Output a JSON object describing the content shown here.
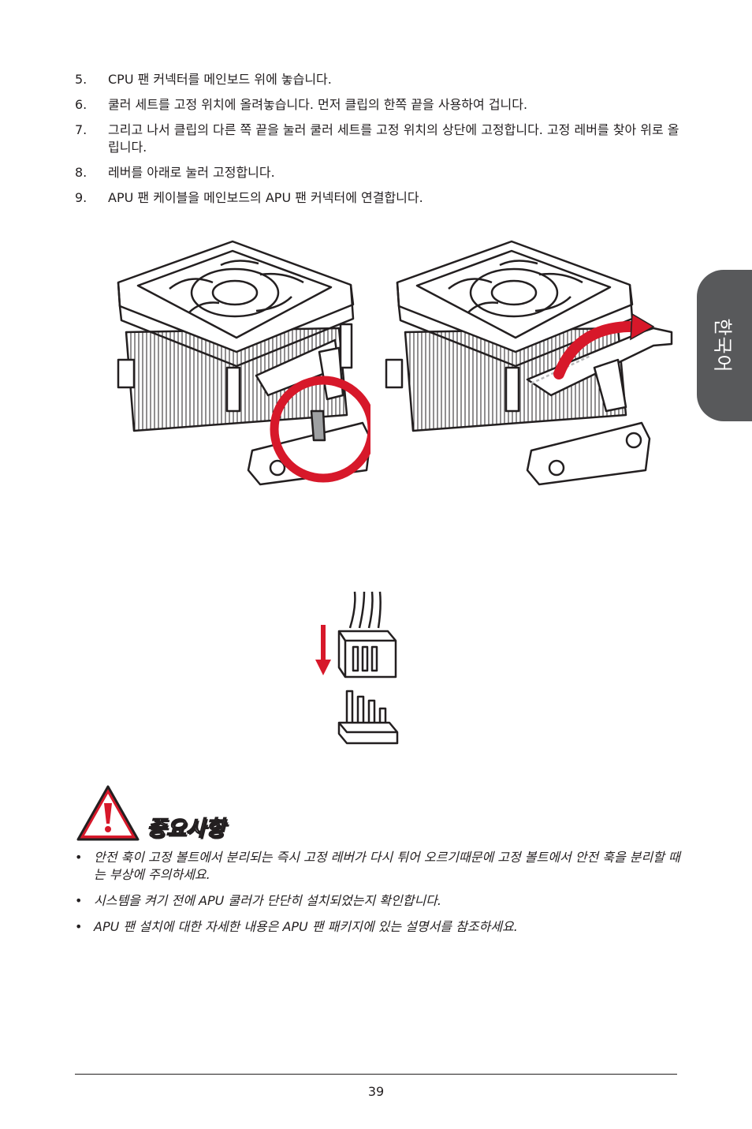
{
  "steps": [
    {
      "num": "5.",
      "text": "CPU 팬 커넥터를 메인보드 위에 놓습니다."
    },
    {
      "num": "6.",
      "text": "쿨러 세트를 고정 위치에 올려놓습니다. 먼저 클립의 한쪽 끝을 사용하여 겁니다."
    },
    {
      "num": "7.",
      "text": "그리고 나서 클립의 다른 쪽 끝을 눌러 쿨러 세트를 고정 위치의 상단에 고정합니다. 고정 레버를 찾아 위로 올립니다."
    },
    {
      "num": "8.",
      "text": "레버를 아래로 눌러 고정합니다."
    },
    {
      "num": "9.",
      "text": "APU 팬 케이블을 메인보드의 APU  팬 커넥터에 연결합니다."
    }
  ],
  "side_tab": {
    "label": "한국어"
  },
  "important": {
    "title": "중요사항",
    "bullets": [
      "안전 훅이 고정 볼트에서 분리되는 즉시 고정 레버가 다시 튀어 오르기때문에 고정 볼트에서 안전 훅을 분리할 때는 부상에 주의하세요.",
      "시스템을 켜기 전에 APU 쿨러가 단단히 설치되었는지 확인합니다.",
      "APU 팬 설치에 대한 자세한 내용은 APU 팬 패키지에 있는 설명서를 참조하세요."
    ]
  },
  "page_number": "39",
  "colors": {
    "highlight_red": "#d7182a",
    "tab_gray": "#58595b"
  }
}
